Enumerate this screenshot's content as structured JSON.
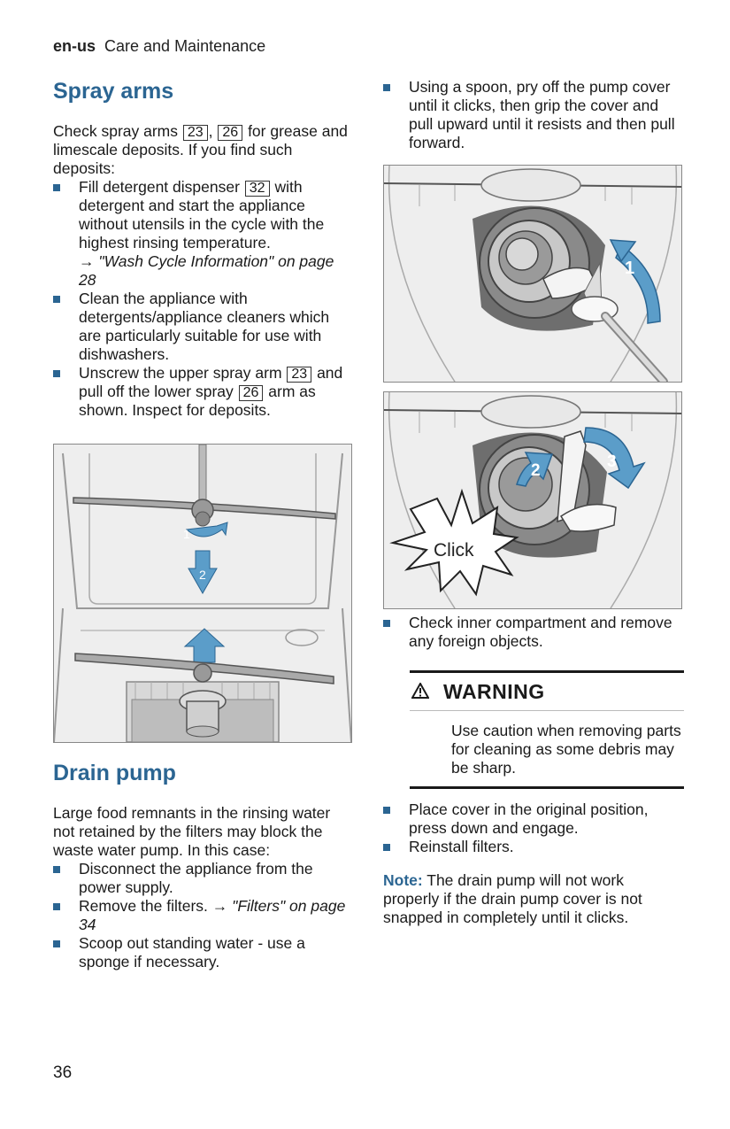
{
  "header": {
    "lang": "en-us",
    "section": "Care and Maintenance"
  },
  "spray_arms": {
    "title": "Spray arms",
    "intro_a": "Check spray arms ",
    "ref_upper": "23",
    "intro_comma": ", ",
    "ref_lower": "26",
    "intro_b": " for grease and limescale deposits. If you find such deposits:",
    "step1_a": "Fill detergent dispenser ",
    "ref_dispenser": "32",
    "step1_b": " with detergent and start the appliance without utensils in the cycle with the highest rinsing temperature.",
    "step1_arrow": "→",
    "step1_link": "\"Wash Cycle Information\" on page 28",
    "step2": "Clean the appliance with detergents/appliance cleaners which are particularly suitable for use with dishwashers.",
    "step3_a": "Unscrew the upper spray arm ",
    "step3_b": " and pull off the lower spray ",
    "step3_c": " arm as shown. Inspect for deposits."
  },
  "spray_figure": {
    "label_1": "1",
    "label_2": "2"
  },
  "drain_pump": {
    "title": "Drain pump",
    "intro": "Large food remnants in the rinsing water not retained by the filters may block the waste water pump. In this case:",
    "step1": "Disconnect the appliance from the power supply.",
    "step2_a": "Remove the filters. ",
    "step2_arrow": "→",
    "step2_link": "\"Filters\" on page 34",
    "step3": "Scoop out standing water - use a sponge if necessary."
  },
  "right_col": {
    "step_pry": "Using a spoon, pry off the pump cover until it clicks, then grip the cover and pull upward until it resists and then pull forward.",
    "step_check": "Check inner compartment and remove any foreign objects.",
    "step_place": "Place cover in the original position, press down and engage.",
    "step_reinstall": "Reinstall filters.",
    "note_label": "Note:",
    "note_text": " The drain pump will not work properly if the drain pump cover is not snapped in completely until it clicks."
  },
  "pump_figure_top": {
    "label_1": "1"
  },
  "pump_figure_bottom": {
    "label_2": "2",
    "label_3": "3",
    "click": "Click"
  },
  "warning": {
    "title": "WARNING",
    "text": "Use caution when removing parts for cleaning as some debris may be sharp."
  },
  "page_number": "36",
  "colors": {
    "accent": "#2b6592",
    "arrow_blue": "#5b9dc9"
  }
}
